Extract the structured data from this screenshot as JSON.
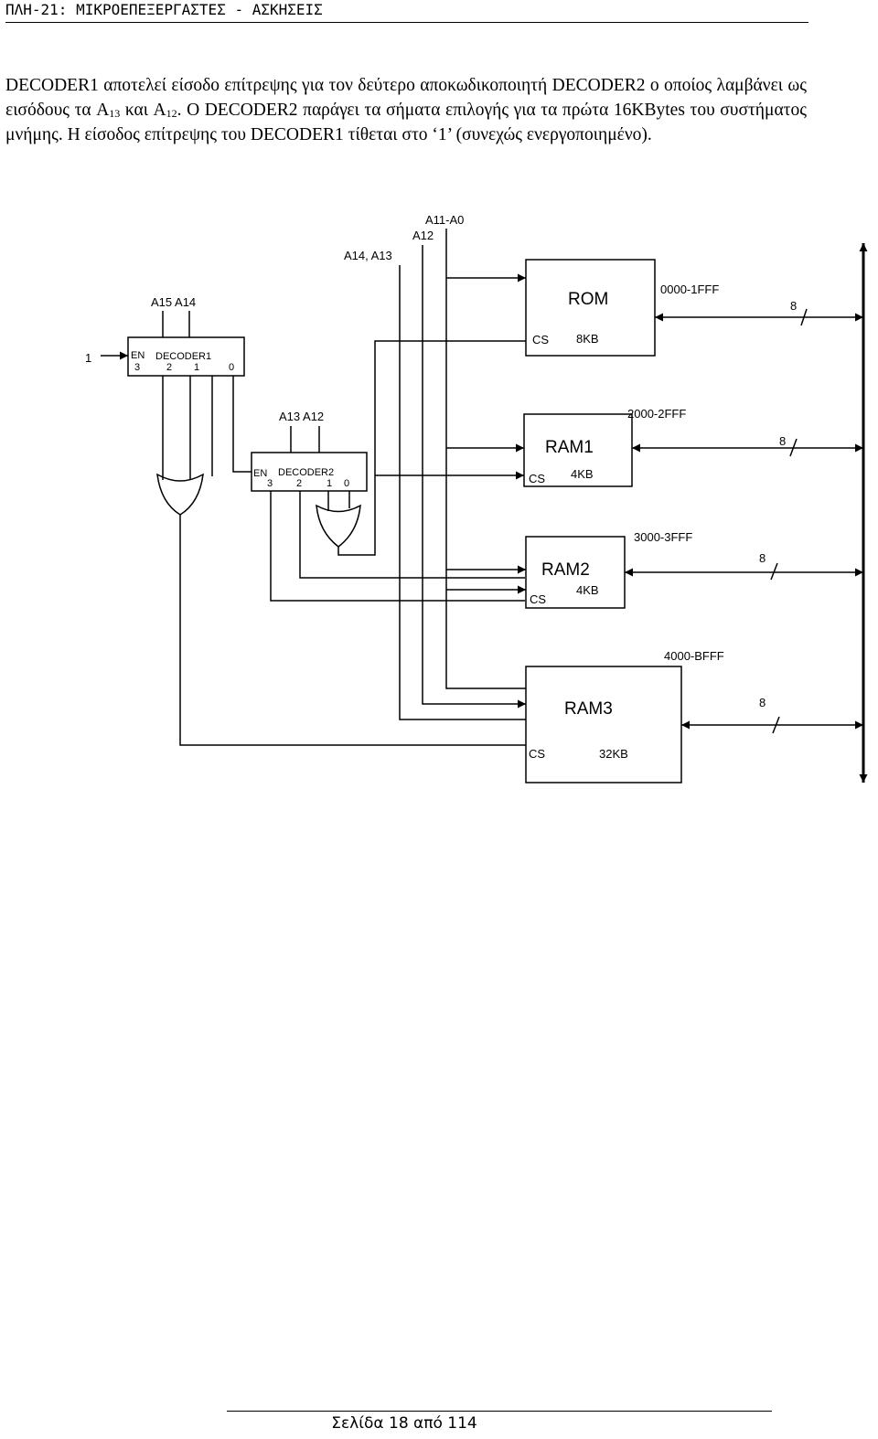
{
  "header": {
    "title": "ΠΛΗ-21: ΜΙΚΡΟΕΠΕΞΕΡΓΑΣΤΕΣ - ΑΣΚΗΣΕΙΣ"
  },
  "paragraph": {
    "part1": "DECODER1 αποτελεί είσοδο επίτρεψης για τον δεύτερο αποκωδικοποιητή DECODER2 ο οποίος λαμβάνει ως εισόδους τα A",
    "sub1": "13",
    "part2": " και A",
    "sub2": "12",
    "part3": ". O DECODER2 παράγει τα σήματα επιλογής για τα πρώτα 16KBytes του συστήματος μνήμης. Η είσοδος επίτρεψης του DECODER1 τίθεται στο ‘1’ (συνεχώς ενεργοποιημένο)."
  },
  "diagram": {
    "address_labels": {
      "a11_a0": "A11-A0",
      "a12": "A12",
      "a14_a13": "A14, A13",
      "a15_a14": "A15 A14",
      "a13_a12": "A13 A12"
    },
    "enable_input": "1",
    "decoder1": {
      "name": "DECODER1",
      "en": "EN",
      "pins": [
        "3",
        "2",
        "1",
        "0"
      ]
    },
    "decoder2": {
      "name": "DECODER2",
      "en": "EN",
      "pins": [
        "3",
        "2",
        "1",
        "0"
      ]
    },
    "bus_width": "8",
    "memories": [
      {
        "name": "ROM",
        "cs": "CS",
        "size": "8KB",
        "range": "0000-1FFF"
      },
      {
        "name": "RAM1",
        "cs": "CS",
        "size": "4KB",
        "range": "2000-2FFF"
      },
      {
        "name": "RAM2",
        "cs": "CS",
        "size": "4KB",
        "range": "3000-3FFF"
      },
      {
        "name": "RAM3",
        "cs": "CS",
        "size": "32KB",
        "range": "4000-BFFF"
      }
    ]
  },
  "footer": {
    "page": "Σελίδα 18 από 114"
  }
}
